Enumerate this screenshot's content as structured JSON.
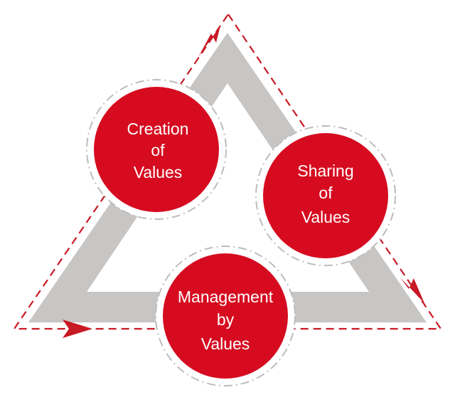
{
  "diagram": {
    "nodes": [
      {
        "id": "creation",
        "lines": [
          "Creation",
          "of",
          "Values"
        ]
      },
      {
        "id": "sharing",
        "lines": [
          "Sharing",
          "of",
          "Values"
        ]
      },
      {
        "id": "management",
        "lines": [
          "Management",
          "by",
          "Values"
        ]
      }
    ],
    "colors": {
      "node_fill": "#d60b20",
      "node_text": "#ffffff",
      "triangle_band": "#c8c6c4",
      "dashed_cycle": "#c71a24",
      "halo_dash": "#bdbdbd",
      "background": "#ffffff"
    }
  }
}
